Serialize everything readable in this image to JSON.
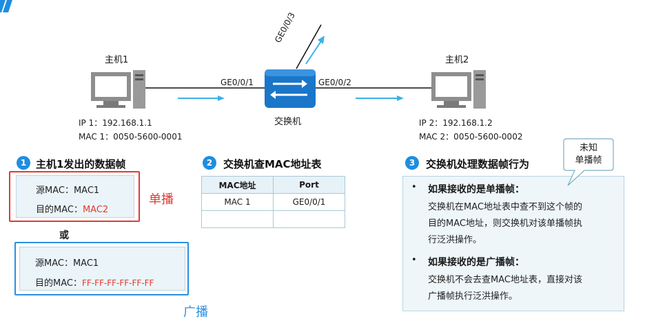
{
  "hosts": {
    "host1": {
      "name": "主机1",
      "ip": "IP 1：192.168.1.1",
      "mac": "MAC 1：0050-5600-0001"
    },
    "host2": {
      "name": "主机2",
      "ip": "IP 2：192.168.1.2",
      "mac": "MAC 2：0050-5600-0002"
    }
  },
  "switch": {
    "label": "交换机",
    "port_left": "GE0/0/1",
    "port_right": "GE0/0/2",
    "port_up": "GE0/0/3"
  },
  "step1": {
    "badge": "1",
    "title": "主机1发出的数据帧",
    "unicast_frame": {
      "src": "源MAC：MAC1",
      "dst_label": "目的MAC：",
      "dst_value": "MAC2"
    },
    "unicast_label": "单播",
    "or_label": "或",
    "broadcast_frame": {
      "src": "源MAC：MAC1",
      "dst_label": "目的MAC：",
      "dst_value": "FF-FF-FF-FF-FF-FF"
    },
    "broadcast_label": "广播"
  },
  "step2": {
    "badge": "2",
    "title": "交换机查MAC地址表",
    "table": {
      "headers": [
        "MAC地址",
        "Port"
      ],
      "rows": [
        [
          "MAC 1",
          "GE0/0/1"
        ],
        [
          "",
          ""
        ]
      ]
    }
  },
  "step3": {
    "badge": "3",
    "title": "交换机处理数据帧行为",
    "callout": [
      "未知",
      "单播帧"
    ],
    "bullets": [
      {
        "title": "如果接收的是单播帧：",
        "lines": [
          "交换机在MAC地址表中查不到这个帧的",
          "目的MAC地址，则交换机对该单播帧执",
          "行泛洪操作。"
        ]
      },
      {
        "title": "如果接收的是广播帧：",
        "lines": [
          "交换机不会去查MAC地址表，直接对该",
          "广播帧执行泛洪操作。"
        ]
      }
    ]
  },
  "colors": {
    "accent": "#1e8ee0",
    "unicast": "#e03a2f",
    "broadcast": "#2b8fe0",
    "arrow": "#3ab0e8"
  }
}
